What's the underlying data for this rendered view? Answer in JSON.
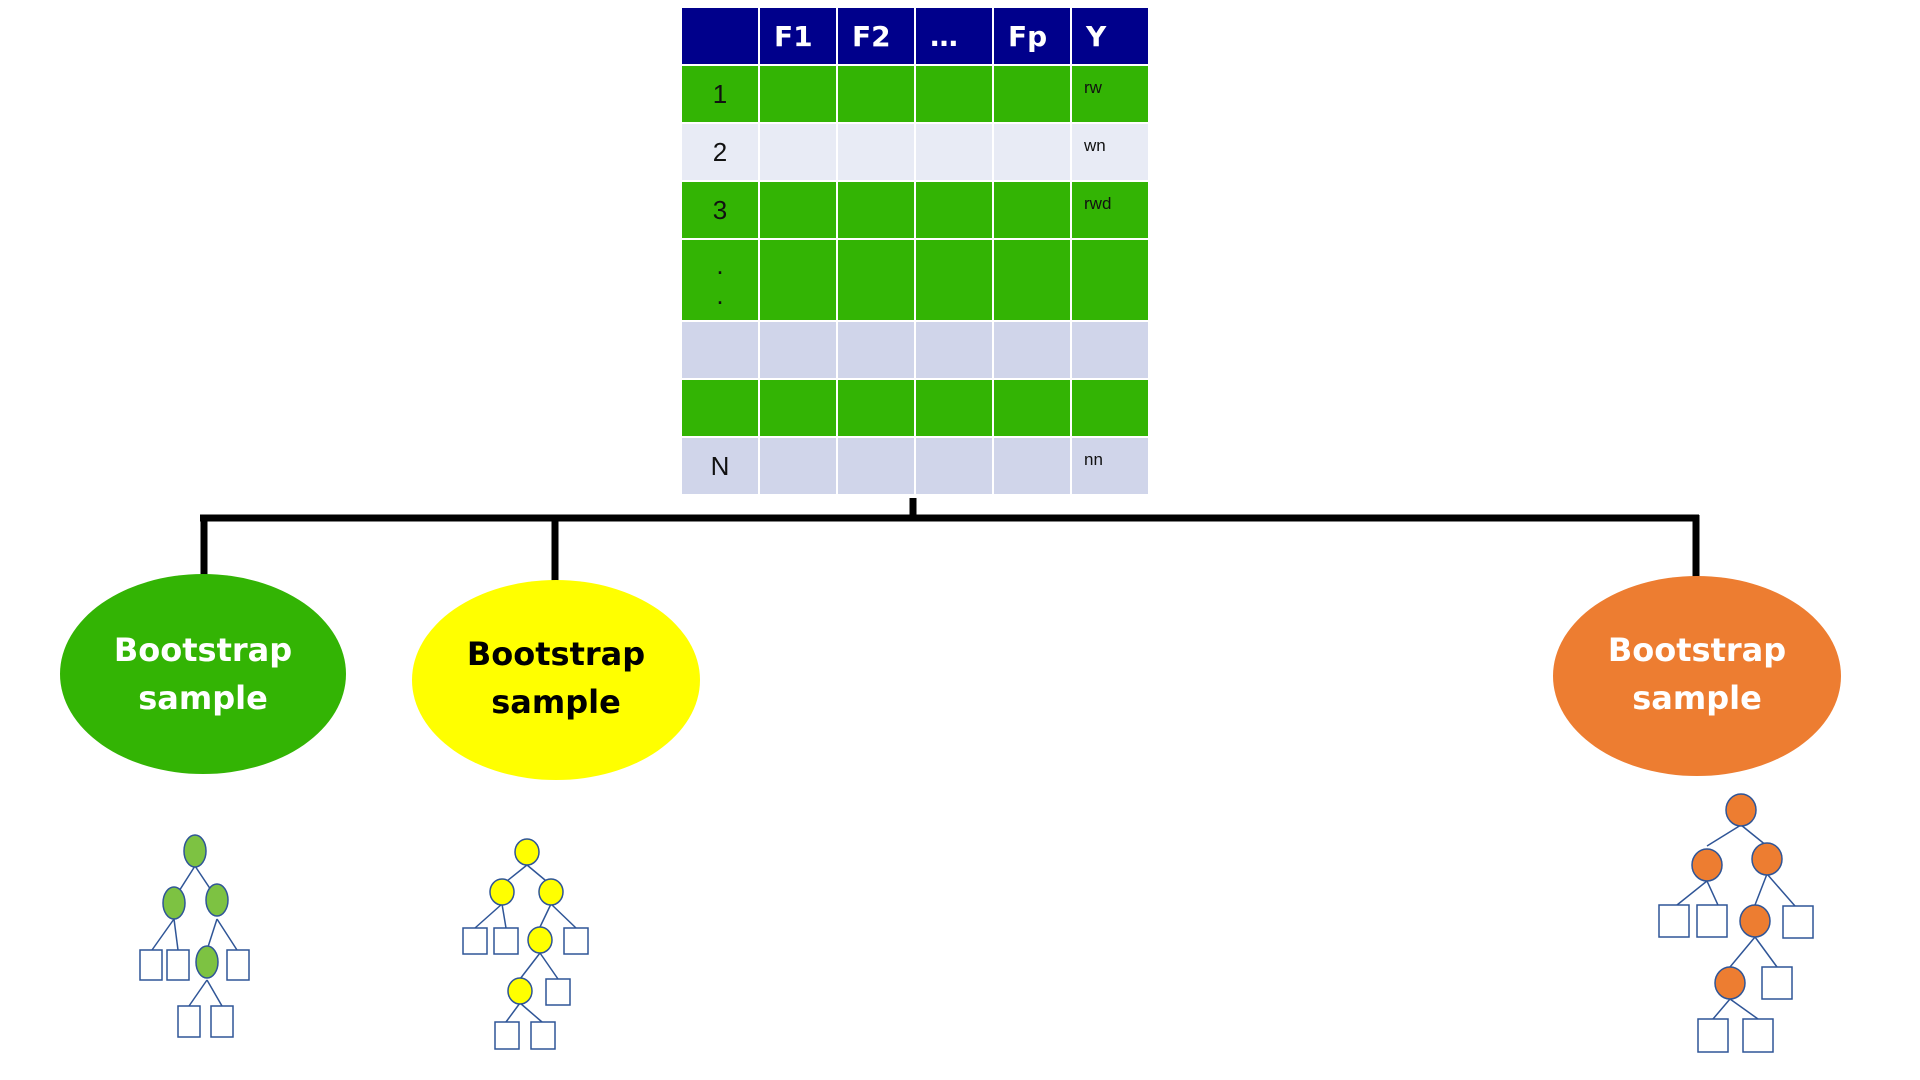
{
  "table": {
    "headers": [
      "",
      "F1",
      "F2",
      "…",
      "Fp",
      "Y"
    ],
    "rows": [
      {
        "index": "1",
        "y": "rw",
        "color": "#33b404"
      },
      {
        "index": "2",
        "y": "wn",
        "color": "#e8ebf5"
      },
      {
        "index": "3",
        "y": "rwd",
        "color": "#33b404"
      },
      {
        "index": ".\n.",
        "y": "",
        "color": "#33b404"
      },
      {
        "index": "",
        "y": "",
        "color": "#d0d5ea"
      },
      {
        "index": "",
        "y": "",
        "color": "#33b404"
      },
      {
        "index": "N",
        "y": "nn",
        "color": "#d0d5ea"
      }
    ],
    "header_color": "#00008b"
  },
  "samples": [
    {
      "label": "Bootstrap sample",
      "color": "#33b404",
      "text_color": "#ffffff",
      "tree_node_color": "#7dc242"
    },
    {
      "label": "Bootstrap sample",
      "color": "#ffff00",
      "text_color": "#000000",
      "tree_node_color": "#ffff00"
    },
    {
      "label": "Bootstrap sample",
      "color": "#ed7d31",
      "text_color": "#ffffff",
      "tree_node_color": "#ed7d31"
    }
  ],
  "tree_line_color": "#2f5597",
  "connector_color": "#000000"
}
